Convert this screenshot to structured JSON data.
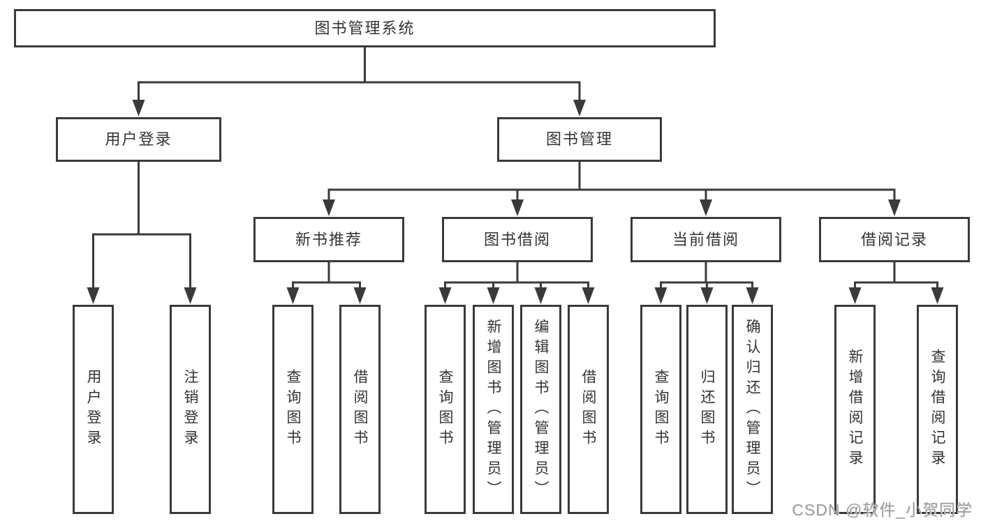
{
  "diagram": {
    "title_note": "library management system function structure chart",
    "root": {
      "label": "图书管理系统"
    },
    "branches": [
      {
        "label": "用户登录",
        "children": [
          {
            "label": "用户登录"
          },
          {
            "label": "注销登录"
          }
        ]
      },
      {
        "label": "图书管理",
        "children": [
          {
            "label": "新书推荐",
            "children": [
              {
                "label": "查询图书"
              },
              {
                "label": "借阅图书"
              }
            ]
          },
          {
            "label": "图书借阅",
            "children": [
              {
                "label": "查询图书"
              },
              {
                "label": "新增图书（管理员）"
              },
              {
                "label": "编辑图书（管理员）"
              },
              {
                "label": "借阅图书"
              }
            ]
          },
          {
            "label": "当前借阅",
            "children": [
              {
                "label": "查询图书"
              },
              {
                "label": "归还图书"
              },
              {
                "label": "确认归还（管理员）"
              }
            ]
          },
          {
            "label": "借阅记录",
            "children": [
              {
                "label": "新增借阅记录"
              },
              {
                "label": "查询借阅记录"
              }
            ]
          }
        ]
      }
    ],
    "watermark": "CSDN @软件_小贺同学",
    "colors": {
      "line": "#3a3a3a",
      "text": "#333333",
      "watermark": "#9c9c9c",
      "background": "#ffffff"
    }
  }
}
